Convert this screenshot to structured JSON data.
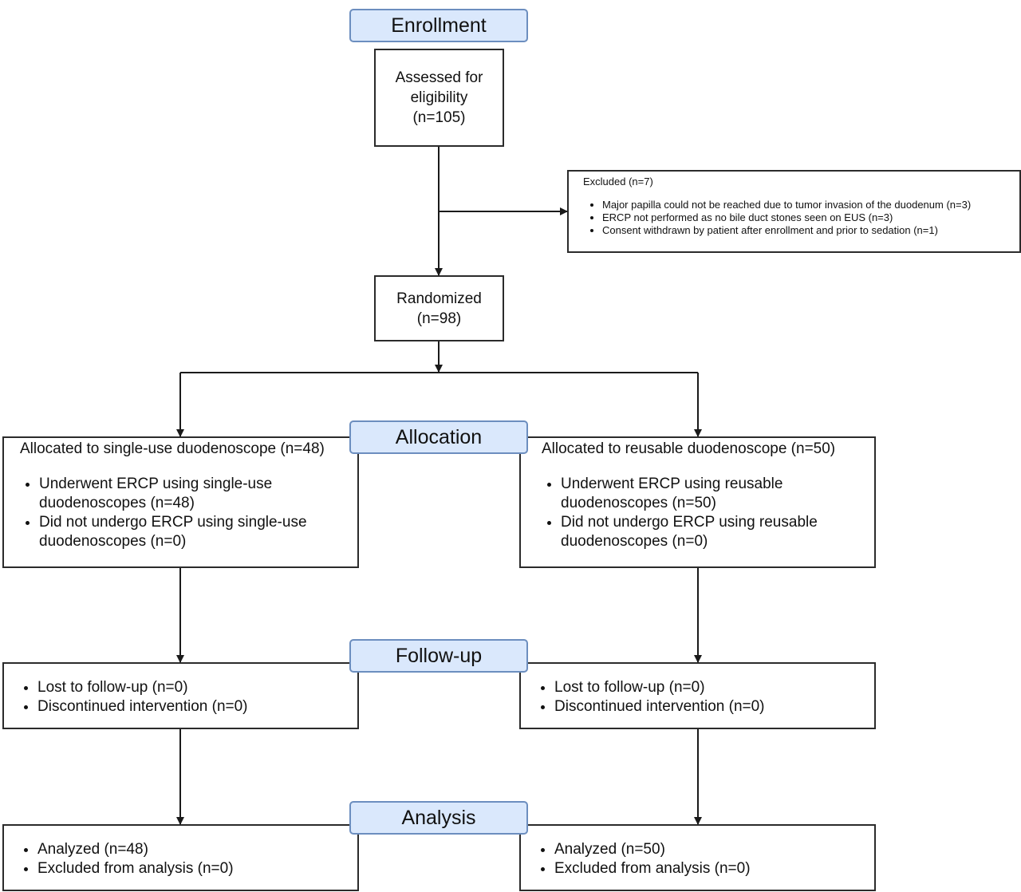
{
  "stages": {
    "enrollment": "Enrollment",
    "allocation": "Allocation",
    "follow_up": "Follow-up",
    "analysis": "Analysis"
  },
  "assessed": {
    "line1": "Assessed for",
    "line2": "eligibility",
    "line3": "(n=105)"
  },
  "excluded": {
    "title": "Excluded (n=7)",
    "items": [
      "Major papilla could not be reached due to tumor invasion of the duodenum (n=3)",
      "ERCP not performed as no bile duct stones seen on EUS (n=3)",
      "Consent withdrawn by patient after enrollment and prior to sedation (n=1)"
    ]
  },
  "randomized": {
    "line1": "Randomized",
    "line2": "(n=98)"
  },
  "allocation": {
    "left": {
      "title": "Allocated to single-use duodenoscope (n=48)",
      "items": [
        "Underwent ERCP using single-use duodenoscopes (n=48)",
        "Did not undergo ERCP using single-use duodenoscopes (n=0)"
      ]
    },
    "right": {
      "title": "Allocated to reusable duodenoscope (n=50)",
      "items": [
        "Underwent ERCP using reusable duodenoscopes (n=50)",
        "Did not undergo ERCP using reusable duodenoscopes (n=0)"
      ]
    }
  },
  "follow_up": {
    "left": {
      "items": [
        "Lost to follow-up (n=0)",
        "Discontinued intervention (n=0)"
      ]
    },
    "right": {
      "items": [
        "Lost to follow-up (n=0)",
        "Discontinued intervention (n=0)"
      ]
    }
  },
  "analysis": {
    "left": {
      "items": [
        "Analyzed (n=48)",
        "Excluded from analysis (n=0)"
      ]
    },
    "right": {
      "items": [
        "Analyzed (n=50)",
        "Excluded from analysis (n=0)"
      ]
    }
  },
  "colors": {
    "stage_fill": "#dae8fc",
    "stage_border": "#6c8ebf",
    "line": "#2b2b2b"
  }
}
